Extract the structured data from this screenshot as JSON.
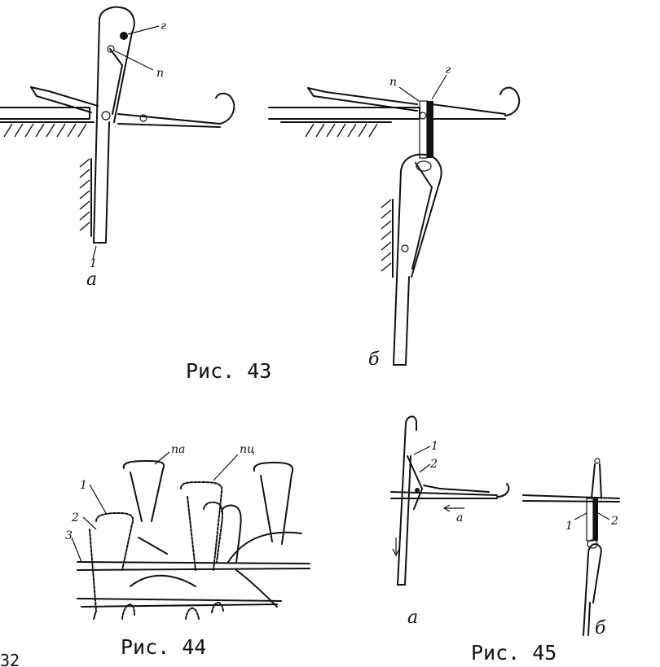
{
  "figures": {
    "fig43": {
      "caption": "Рис. 43",
      "sub_a": "а",
      "sub_b": "б",
      "label_g_a": "г",
      "label_p_a": "п",
      "label_1_a": "1",
      "label_p_b": "п",
      "label_g_b": "г"
    },
    "fig44": {
      "caption": "Рис. 44",
      "label_pa": "па",
      "label_pts": "пц",
      "label_1": "1",
      "label_2": "2",
      "label_3": "3"
    },
    "fig45": {
      "caption": "Рис. 45",
      "sub_a": "а",
      "sub_b": "б",
      "label_1_a": "1",
      "label_2_a": "2",
      "label_a_arrow": "а",
      "label_1_b": "1",
      "label_2_b": "2"
    }
  },
  "page_number": "32"
}
